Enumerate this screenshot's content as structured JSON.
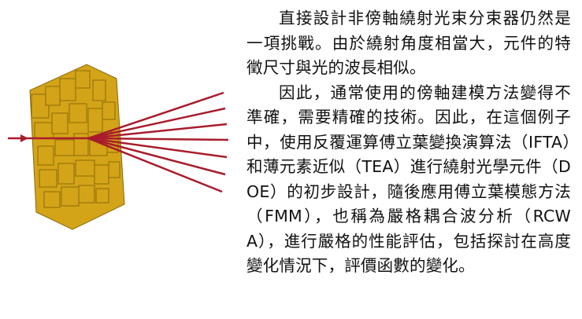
{
  "document": {
    "paragraphs": [
      "直接設計非傍軸繞射光束分束器仍然是一項挑戰。由於繞射角度相當大，元件的特徵尺寸與光的波長相似。",
      "因此，通常使用的傍軸建模方法變得不準確，需要精確的技術。因此，在這個例子中，使用反覆運算傅立葉變換演算法（IFTA）和薄元素近似（TEA）進行繞射光學元件（DOE）的初步設計，隨後應用傅立葉模態方法（FMM），也稱為嚴格耦合波分析（RCWA），進行嚴格的性能評估，包括探討在高度變化情況下，評價函數的變化。"
    ]
  },
  "figure": {
    "element_color": "#d4a418",
    "element_shadow_color": "#8a6a0a",
    "beam_color": "#a81c2c",
    "output_beam_count": 7
  }
}
